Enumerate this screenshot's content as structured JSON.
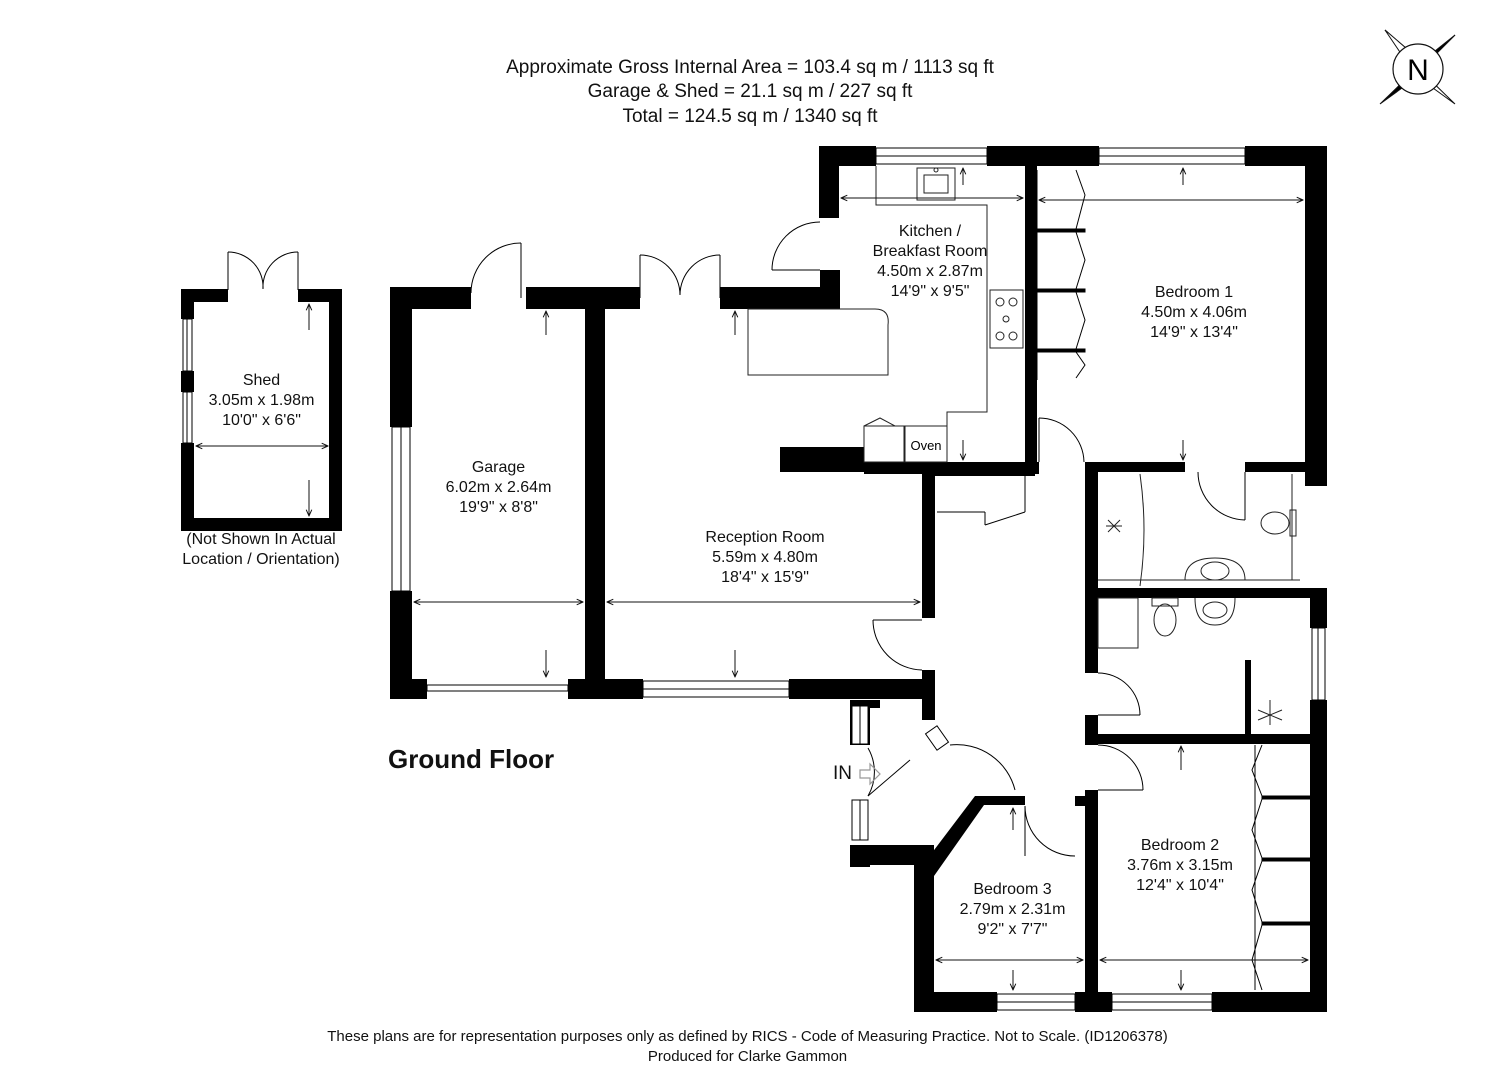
{
  "header": {
    "gross_internal_area": "Approximate Gross Internal Area = 103.4 sq m / 1113 sq ft",
    "garage_shed_area": "Garage & Shed = 21.1 sq m / 227 sq ft",
    "total_area": "Total = 124.5 sq m / 1340 sq ft"
  },
  "compass": {
    "icon": "north-compass-icon",
    "label": "N"
  },
  "floor_title": "Ground Floor",
  "entrance_label": "IN",
  "kitchen_appliance": "Oven",
  "rooms": {
    "kitchen": {
      "name_line1": "Kitchen /",
      "name_line2": "Breakfast Room",
      "metric": "4.50m x 2.87m",
      "imperial": "14'9\" x 9'5\""
    },
    "bedroom1": {
      "name": "Bedroom 1",
      "metric": "4.50m x 4.06m",
      "imperial": "14'9\" x 13'4\""
    },
    "shed": {
      "name": "Shed",
      "metric": "3.05m x 1.98m",
      "imperial": "10'0\" x 6'6\""
    },
    "garage": {
      "name": "Garage",
      "metric": "6.02m x 2.64m",
      "imperial": "19'9\" x 8'8\""
    },
    "reception": {
      "name": "Reception Room",
      "metric": "5.59m x 4.80m",
      "imperial": "18'4\" x 15'9\""
    },
    "bedroom2": {
      "name": "Bedroom 2",
      "metric": "3.76m x 3.15m",
      "imperial": "12'4\" x 10'4\""
    },
    "bedroom3": {
      "name": "Bedroom 3",
      "metric": "2.79m x 2.31m",
      "imperial": "9'2\" x 7'7\""
    }
  },
  "shed_note": {
    "line1": "(Not Shown In Actual",
    "line2": "Location / Orientation)"
  },
  "footer": {
    "disclaimer": "These plans are for representation purposes only as defined by RICS - Code of Measuring Practice. Not to Scale. (ID1206378)",
    "produced_for": "Produced for Clarke Gammon"
  },
  "colors": {
    "wall": "#000000",
    "window": "#ffffff",
    "fixture_line": "#444444"
  }
}
